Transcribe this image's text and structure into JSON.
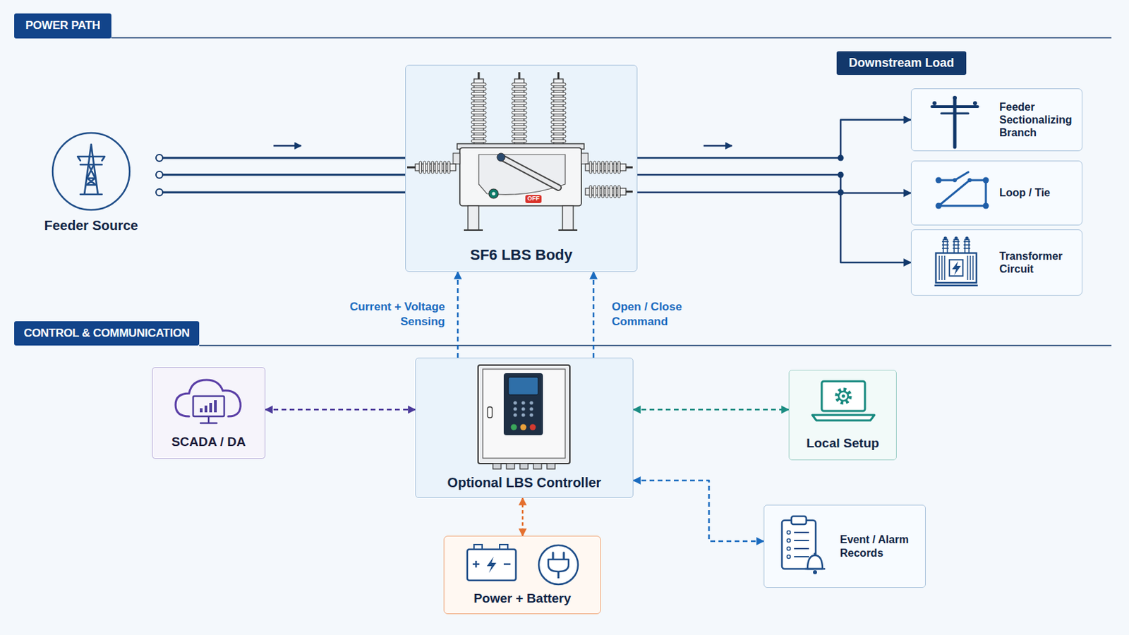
{
  "diagram": {
    "nodes": [
      {
        "text": [
          "POWER PATH"
        ]
      },
      {
        "text": [
          "Feeder Source"
        ]
      },
      {
        "text": [
          "SF6 LBS Body"
        ]
      },
      {
        "text": [
          "Downstream Load"
        ]
      },
      {
        "text": [
          "Feeder Sectionalizing Branch"
        ]
      },
      {
        "text": [
          "Loop / Tie"
        ]
      },
      {
        "text": [
          "Transformer Circuit"
        ]
      },
      {
        "text": [
          "CONTROL & COMMUNICATION"
        ]
      },
      {
        "text": [
          "SCADA / DA"
        ]
      },
      {
        "text": [
          "Optional LBS Controller"
        ]
      },
      {
        "text": [
          "Local Setup"
        ]
      },
      {
        "text": [
          "Event / Alarm Records"
        ]
      },
      {
        "text": [
          "Power + Battery"
        ]
      }
    ],
    "edges": [
      {
        "from": 1,
        "to": 2,
        "arrow": "none"
      },
      {
        "from": 2,
        "to": 4,
        "arrow": "to"
      },
      {
        "from": 2,
        "to": 5,
        "arrow": "to"
      },
      {
        "from": 2,
        "to": 6,
        "arrow": "to"
      },
      {
        "from": 9,
        "to": 2,
        "label": "Current + Voltage Sensing",
        "arrow": "to"
      },
      {
        "from": 9,
        "to": 2,
        "label": "Open / Close Command",
        "arrow": "to"
      },
      {
        "from": 8,
        "to": 9,
        "arrow": "both"
      },
      {
        "from": 9,
        "to": 10,
        "arrow": "both"
      },
      {
        "from": 9,
        "to": 11,
        "arrow": "both"
      },
      {
        "from": 9,
        "to": 12,
        "arrow": "both"
      }
    ],
    "labels": [
      "OFF"
    ]
  }
}
